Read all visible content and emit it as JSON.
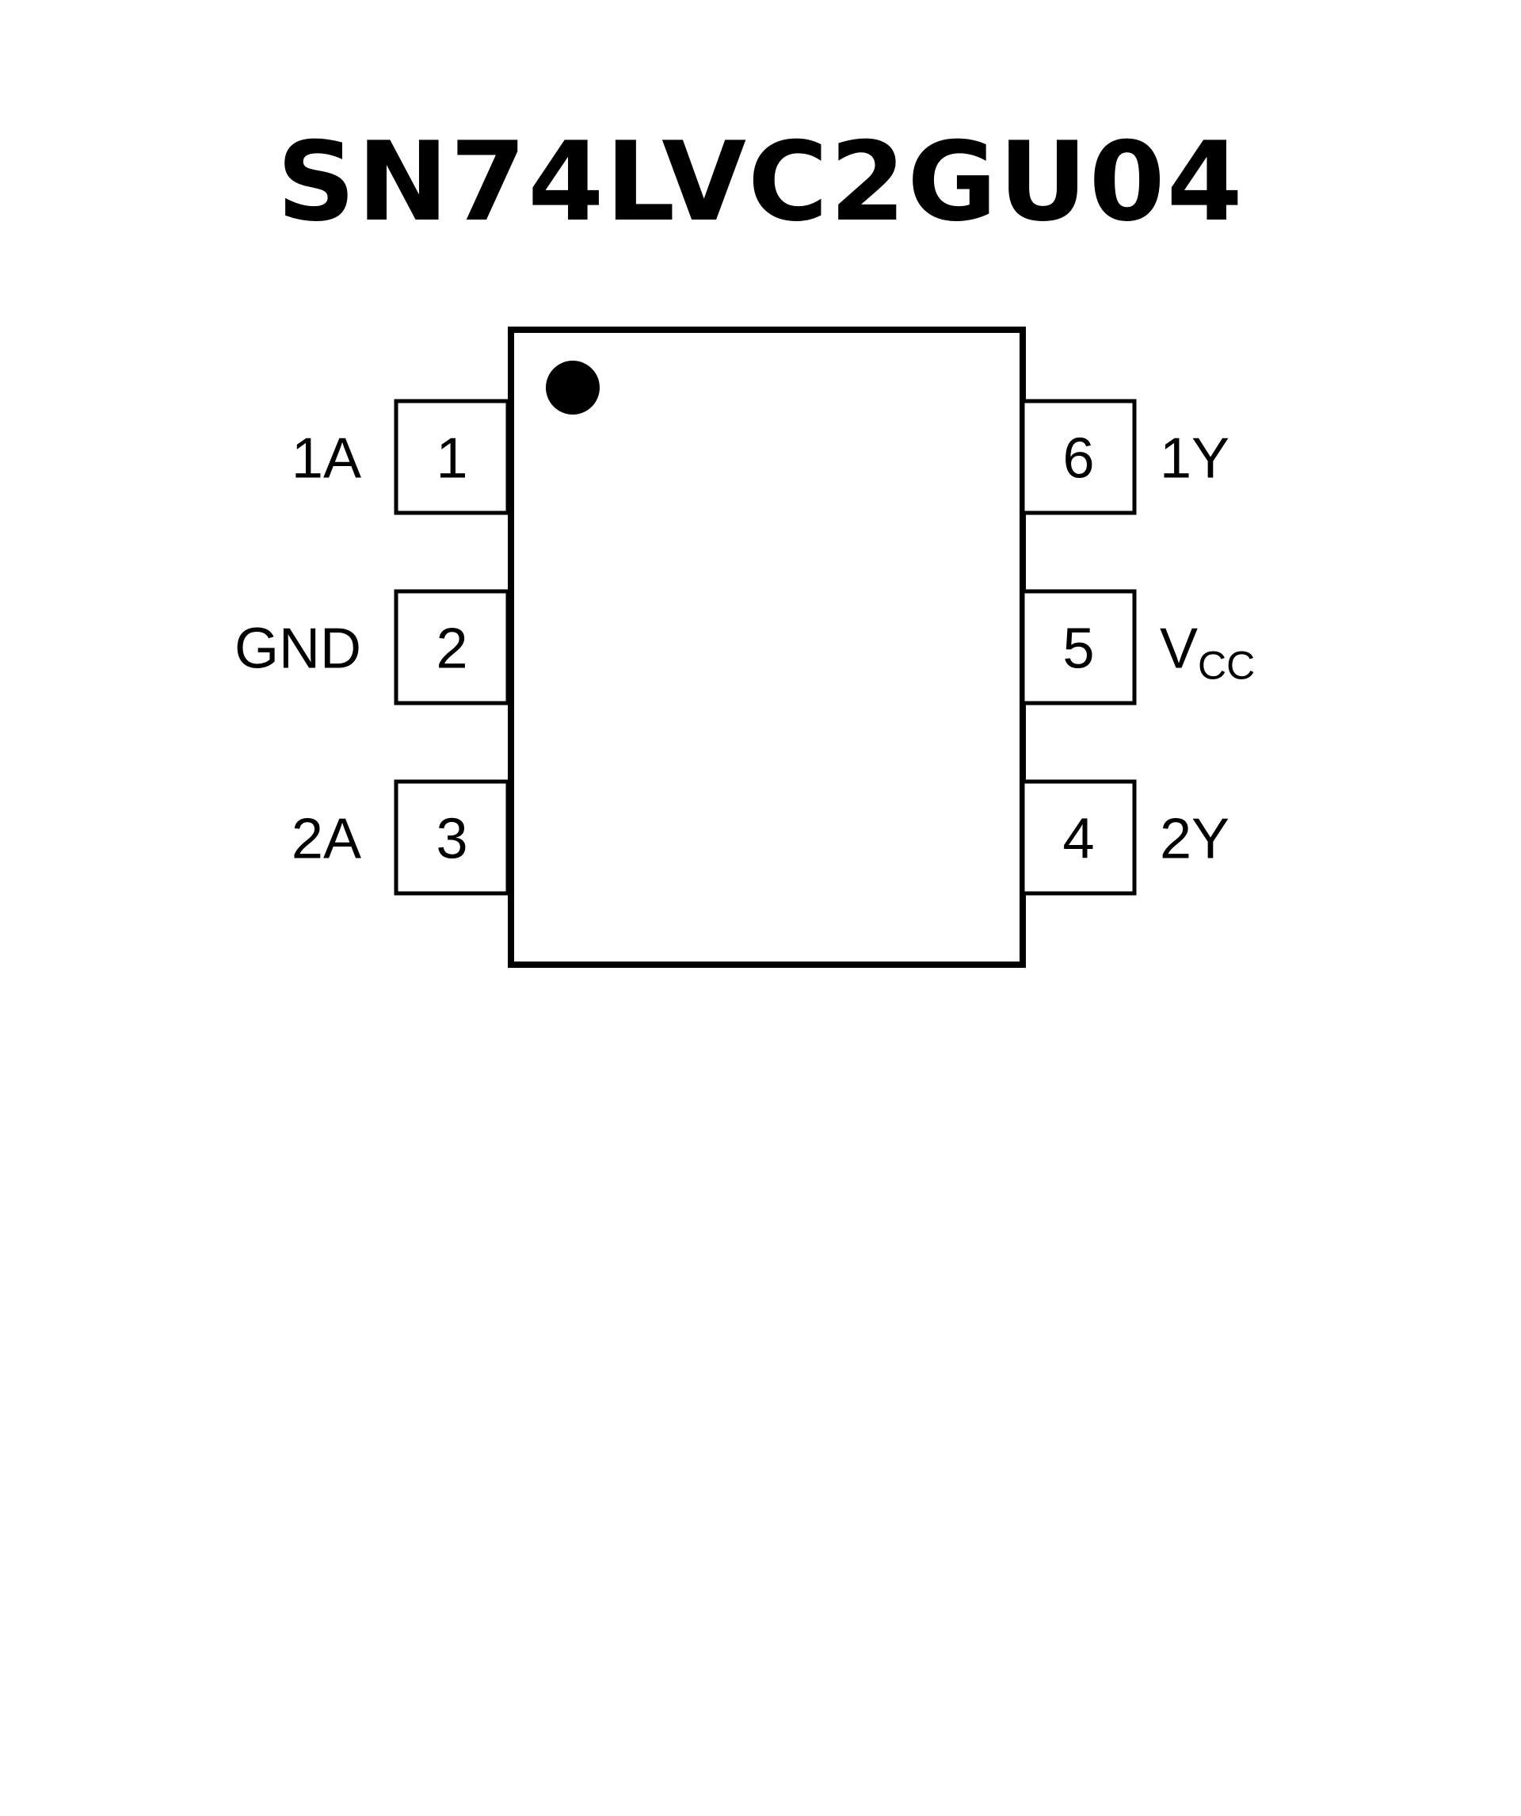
{
  "title": "SN74LVC2GU04",
  "pins": [
    {
      "number": "1",
      "name": "1A",
      "side": "left"
    },
    {
      "number": "2",
      "name": "GND",
      "side": "left"
    },
    {
      "number": "3",
      "name": "2A",
      "side": "left"
    },
    {
      "number": "6",
      "name": "1Y",
      "side": "right"
    },
    {
      "number": "5",
      "name": "V",
      "sub": "CC",
      "side": "right"
    },
    {
      "number": "4",
      "name": "2Y",
      "side": "right"
    }
  ],
  "colors": {
    "stroke": "#000000",
    "background": "#ffffff"
  }
}
